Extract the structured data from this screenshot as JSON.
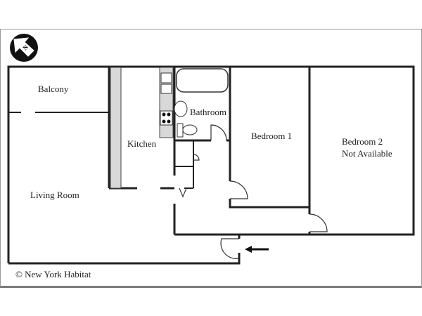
{
  "compass": {
    "label": "N"
  },
  "rooms": {
    "balcony": "Balcony",
    "kitchen": "Kitchen",
    "bathroom": "Bathroom",
    "living_room": "Living Room",
    "bedroom1": "Bedroom 1",
    "bedroom2": "Bedroom 2",
    "bedroom2_status": "Not Available"
  },
  "copyright": "©  New York Habitat",
  "colors": {
    "wall": "#222222",
    "fill": "#d8d8d8"
  }
}
